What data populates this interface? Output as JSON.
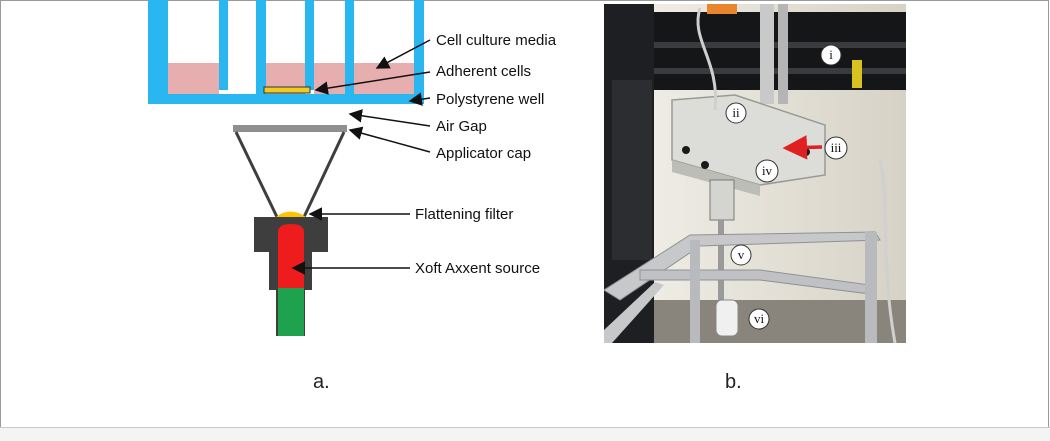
{
  "diagram": {
    "labels": {
      "media": "Cell culture media",
      "cells": "Adherent cells",
      "well": "Polystyrene well",
      "airgap": "Air Gap",
      "cap": "Applicator cap",
      "filter": "Flattening filter",
      "source": "Xoft Axxent source"
    },
    "panel_a": "a.",
    "panel_b": "b."
  },
  "photo": {
    "markers": [
      "i",
      "ii",
      "iii",
      "iv",
      "v",
      "vi"
    ]
  },
  "colors": {
    "polystyrene": "#2ab6ee",
    "media": "#e7aeb0",
    "cells": "#f0cb23",
    "filter": "#ffc400",
    "source_red": "#ee1c1c",
    "source_green": "#1ea24e",
    "housing": "#3e3e3e",
    "cap": "#8f8f8f",
    "arrow": "#e02020"
  }
}
